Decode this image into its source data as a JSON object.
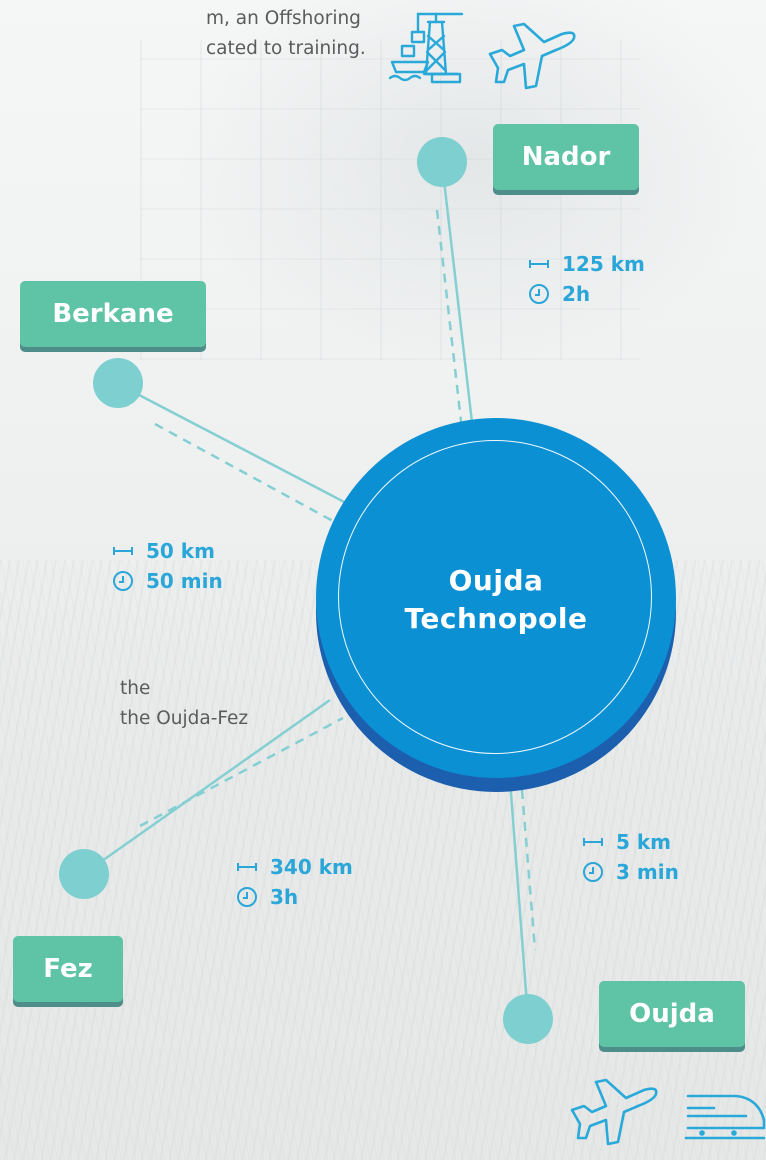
{
  "intro_text": {
    "line1": "m, an Offshoring",
    "line2": "cated to training.",
    "line3": "the",
    "line4": "the Oujda-Fez"
  },
  "hub": {
    "line1": "Oujda",
    "line2": "Technopole",
    "color": "#0b90d3"
  },
  "destinations": [
    {
      "name": "Nador",
      "distance": "125 km",
      "time": "2h",
      "icons": [
        "port-crane-icon",
        "airplane-icon"
      ]
    },
    {
      "name": "Berkane",
      "distance": "50 km",
      "time": "50 min",
      "icons": []
    },
    {
      "name": "Fez",
      "distance": "340 km",
      "time": "3h",
      "icons": []
    },
    {
      "name": "Oujda",
      "distance": "5 km",
      "time": "3 min",
      "icons": [
        "airplane-icon",
        "train-icon"
      ]
    }
  ],
  "colors": {
    "label_bg": "#5fc3a6",
    "node": "#7ecfd0",
    "stat_text": "#2aa7d8",
    "icon": "#29a9d9"
  }
}
